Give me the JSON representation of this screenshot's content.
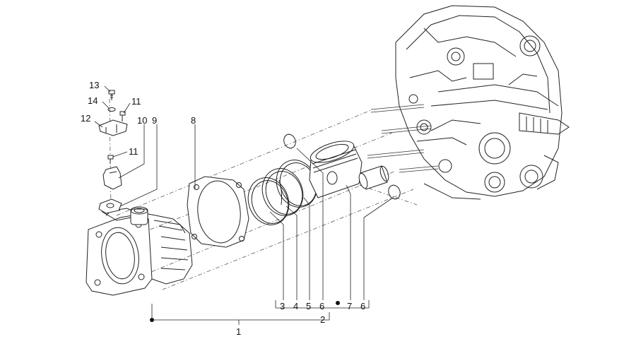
{
  "labels": {
    "l13": "13",
    "l14": "14",
    "l11a": "11",
    "l12": "12",
    "l10": "10",
    "l9": "9",
    "l11b": "11",
    "l8": "8",
    "l3": "3",
    "l4": "4",
    "l5": "5",
    "l6a": "6",
    "l7": "7",
    "l6b": "6",
    "l2": "2",
    "l1": "1"
  }
}
